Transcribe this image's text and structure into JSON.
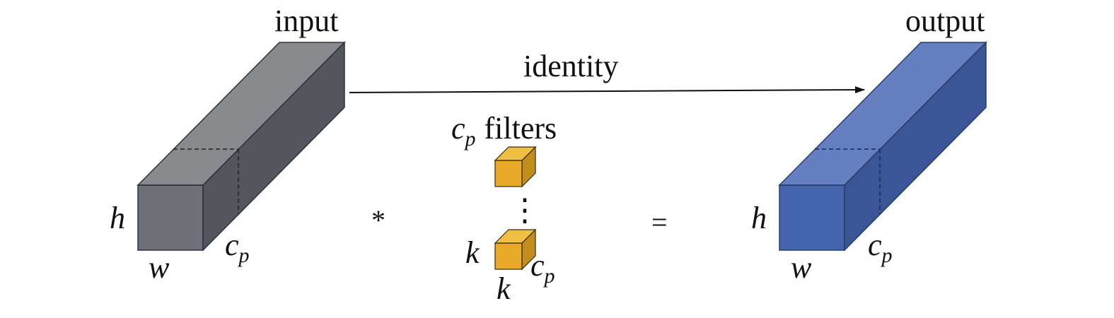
{
  "labels": {
    "input": "input",
    "output": "output",
    "identity": "identity",
    "filters_c": "c",
    "filters_sub": "p",
    "filters_text": "filters",
    "conv_operator": "*",
    "equals": "=",
    "h": "h",
    "w": "w",
    "c": "c",
    "p": "p",
    "k": "k",
    "vdots": "⋮"
  },
  "colors": {
    "input_front": "#6d7077",
    "input_top": "#888a8e",
    "input_side": "#53565c",
    "output_front": "#4564ae",
    "output_top": "#6580c0",
    "output_side": "#3b5697",
    "filter_front": "#e8aa28",
    "filter_top": "#f2bf45",
    "filter_side": "#c28d1c",
    "edge": "#2b3440",
    "arrow": "#111111"
  },
  "icons": {
    "arrow": "arrow-right-icon"
  }
}
